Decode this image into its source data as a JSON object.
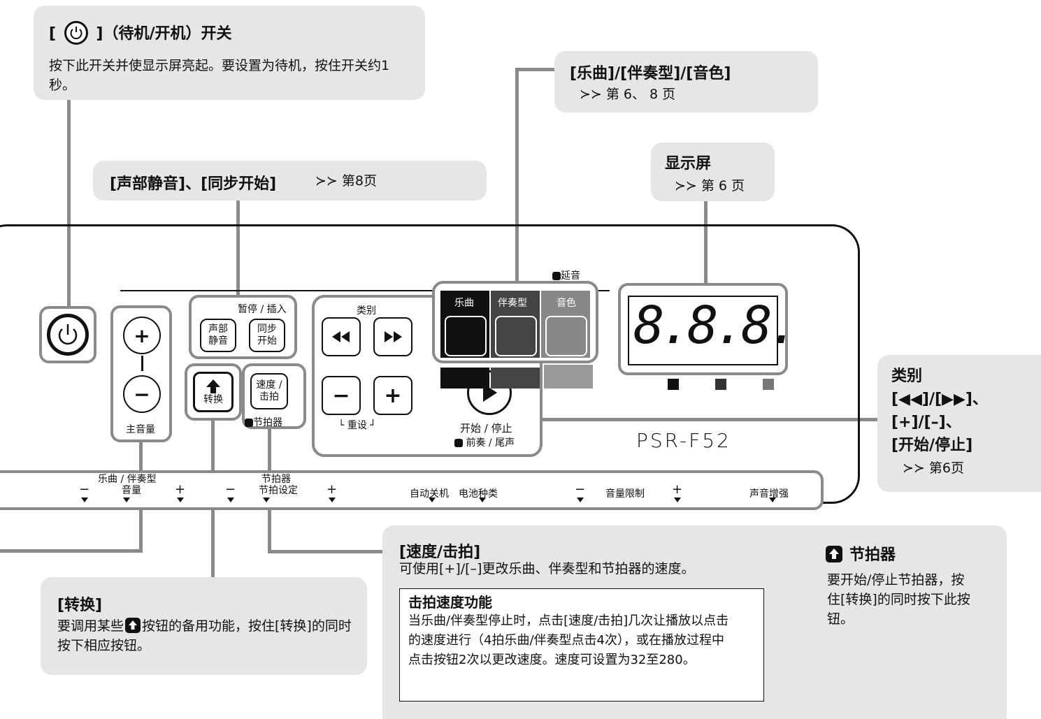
{
  "power": {
    "title_prefix": "[",
    "title_suffix": "]（待机/开机）开关",
    "desc": "按下此开关并使显示屏亮起。要设置为待机，按住开关约1秒。"
  },
  "modes": {
    "title": "[乐曲]/[伴奏型]/[音色]",
    "ref": "≻≻ 第 6、 8 页"
  },
  "mute": {
    "title": "[声部静音]、[同步开始]",
    "ref": "≻≻ 第8页"
  },
  "display": {
    "title": "显示屏",
    "ref": "≻≻ 第 6 页",
    "digits": "8.8.8."
  },
  "category": {
    "title_line1": "类别",
    "title_line2": "[◀◀]/[▶▶]、",
    "title_line3": "[+]/[–]、",
    "title_line4": "[开始/停止]",
    "ref": "≻≻ 第6页"
  },
  "shift": {
    "title": "[转换]",
    "desc_before": "要调用某些",
    "desc_after": "按钮的备用功能，按住[转换]的同时按下相应按钮。"
  },
  "tempo": {
    "title": "[速度/击拍]",
    "desc": "可使用[+]/[–]更改乐曲、伴奏型和节拍器的速度。",
    "box_title": "击拍速度功能",
    "box_desc": "当乐曲/伴奏型停止时，点击[速度/击拍]几次让播放以点击的速度进行（4拍乐曲/伴奏型点击4次），或在播放过程中点击按钮2次以更改速度。速度可设置为32至280。"
  },
  "metronome": {
    "title": "节拍器",
    "desc": "要开始/停止节拍器，按住[转换]的同时按下此按钮。"
  },
  "panel": {
    "volume_label": "主音量",
    "plus": "+",
    "minus": "−",
    "pause_insert": "暂停 / 插入",
    "mute_btn": "声部\n静音",
    "sync_btn": "同步\n开始",
    "shift_btn": "转换",
    "tempo_btn": "速度 /\n击拍",
    "metronome_label": "节拍器",
    "category_label": "类别",
    "reset_label": "重设",
    "song": "乐曲",
    "style": "伴奏型",
    "voice": "音色",
    "sustain": "延音",
    "start_stop": "开始 / 停止",
    "intro_ending": "前奏 / 尾声",
    "model": "PSR-F52",
    "bottom": {
      "song_style_vol_top": "乐曲 / 伴奏型",
      "song_style_vol": "音量",
      "metronome_top": "节拍器",
      "beat_setting": "节拍设定",
      "auto_off": "自动关机",
      "battery": "电池种类",
      "vol_limit": "音量限制",
      "sound_boost": "声音增强"
    }
  }
}
